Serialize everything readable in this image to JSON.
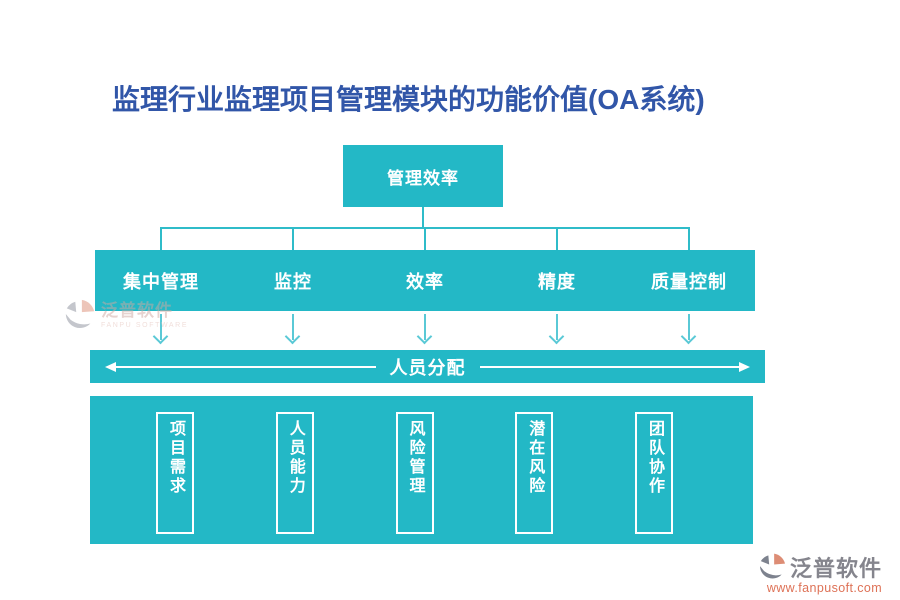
{
  "title": "监理行业监理项目管理模块的功能价值(OA系统)",
  "colors": {
    "teal": "#23b8c6",
    "connector_teal": "#2fbcc9",
    "arrow_light_teal": "#5ac9d6",
    "title_blue": "#3156a8",
    "logo_gray": "#85858d",
    "logo_orange": "#de7257",
    "watermark_pink": "#cfa9a2"
  },
  "root_node": {
    "label": "管理效率"
  },
  "level2": {
    "items": [
      {
        "label": "集中管理"
      },
      {
        "label": "监控"
      },
      {
        "label": "效率"
      },
      {
        "label": "精度"
      },
      {
        "label": "质量控制"
      }
    ]
  },
  "allocation_bar": {
    "label": "人员分配"
  },
  "bottom_section": {
    "items": [
      {
        "label": "项目需求"
      },
      {
        "label": "人员能力"
      },
      {
        "label": "风险管理"
      },
      {
        "label": "潜在风险"
      },
      {
        "label": "团队协作"
      }
    ]
  },
  "watermark": {
    "brand": "泛普软件",
    "subtext": "FANPU SOFTWARE",
    "icon": "fanpu-swoosh-icon"
  },
  "footer_logo": {
    "brand": "泛普软件",
    "url": "www.fanpusoft.com",
    "icon": "fanpu-swoosh-icon"
  }
}
